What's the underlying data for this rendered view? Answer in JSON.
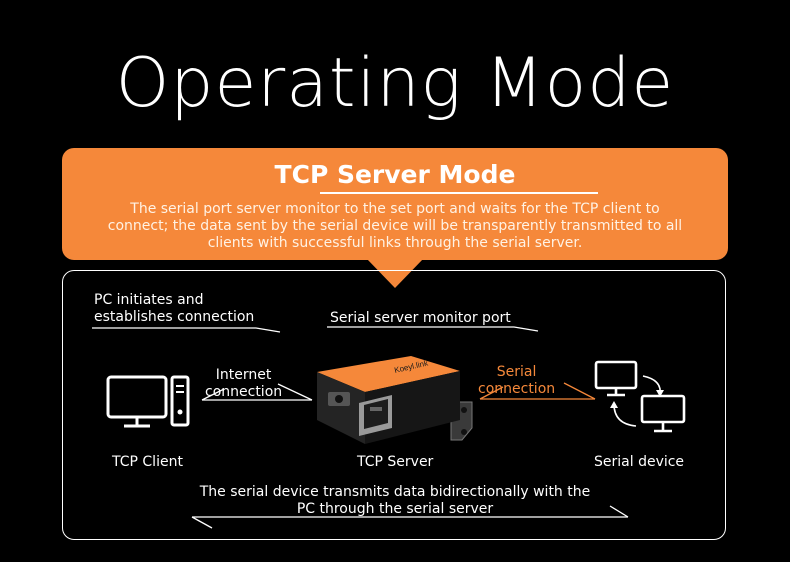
{
  "page_title": "Operating Mode",
  "mode": {
    "title": "TCP Server Mode",
    "description": "The serial port server monitor to the set port and waits for the TCP client to connect; the data sent by the serial device will be transparently transmitted to all clients with successful links through the serial server."
  },
  "diagram": {
    "pc_note_line1": "PC initiates and",
    "pc_note_line2": "establishes connection",
    "port_note": "Serial server monitor port",
    "internet_line1": "Internet",
    "internet_line2": "connection",
    "serial_line1": "Serial",
    "serial_line2": "connection",
    "client_label": "TCP Client",
    "server_label": "TCP Server",
    "device_label": "Serial device",
    "bidir_line1": "The serial device transmits data bidirectionally with the",
    "bidir_line2": "PC through the serial server",
    "device_brand": "Koeyl.link"
  },
  "colors": {
    "accent": "#f5883a",
    "background": "#000000",
    "text": "#ffffff"
  }
}
